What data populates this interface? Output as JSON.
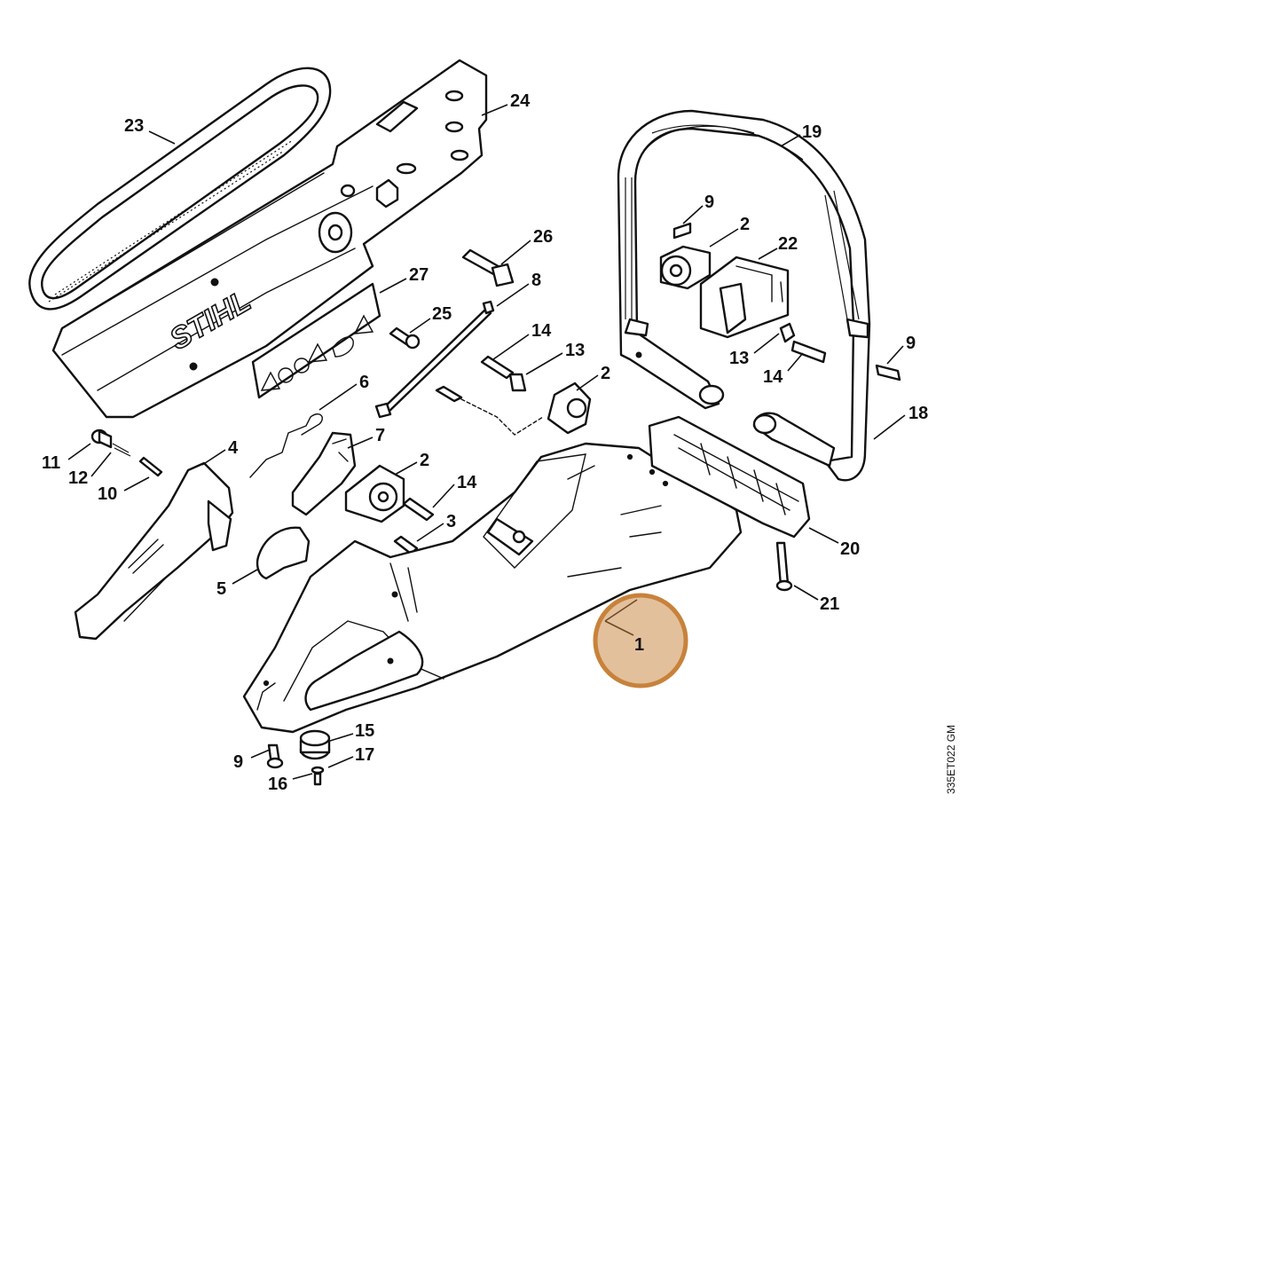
{
  "drawing_code": "335ET022 GM",
  "logo_text": "STIHL",
  "highlight": {
    "part": "1",
    "color": "#C8823A"
  },
  "callouts": [
    {
      "id": "c23",
      "text": "23"
    },
    {
      "id": "c24",
      "text": "24"
    },
    {
      "id": "c19",
      "text": "19"
    },
    {
      "id": "c26",
      "text": "26"
    },
    {
      "id": "c9a",
      "text": "9"
    },
    {
      "id": "c2a",
      "text": "2"
    },
    {
      "id": "c22",
      "text": "22"
    },
    {
      "id": "c27",
      "text": "27"
    },
    {
      "id": "c8",
      "text": "8"
    },
    {
      "id": "c25",
      "text": "25"
    },
    {
      "id": "c14a",
      "text": "14"
    },
    {
      "id": "c13a",
      "text": "13"
    },
    {
      "id": "c13b",
      "text": "13"
    },
    {
      "id": "c14b",
      "text": "14"
    },
    {
      "id": "c9b",
      "text": "9"
    },
    {
      "id": "c2b",
      "text": "2"
    },
    {
      "id": "c6",
      "text": "6"
    },
    {
      "id": "c18",
      "text": "18"
    },
    {
      "id": "c11",
      "text": "11"
    },
    {
      "id": "c4",
      "text": "4"
    },
    {
      "id": "c7",
      "text": "7"
    },
    {
      "id": "c12",
      "text": "12"
    },
    {
      "id": "c2c",
      "text": "2"
    },
    {
      "id": "c10",
      "text": "10"
    },
    {
      "id": "c14c",
      "text": "14"
    },
    {
      "id": "c3",
      "text": "3"
    },
    {
      "id": "c20",
      "text": "20"
    },
    {
      "id": "c5",
      "text": "5"
    },
    {
      "id": "c21",
      "text": "21"
    },
    {
      "id": "c1",
      "text": "1"
    },
    {
      "id": "c15",
      "text": "15"
    },
    {
      "id": "c9c",
      "text": "9"
    },
    {
      "id": "c17",
      "text": "17"
    },
    {
      "id": "c16",
      "text": "16"
    }
  ]
}
